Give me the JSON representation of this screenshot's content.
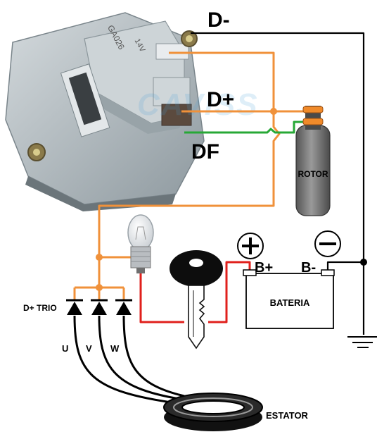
{
  "regulator": {
    "model": "GA026",
    "voltage": "14V",
    "watermark": "CAVISS"
  },
  "terminals": {
    "d_minus": "D-",
    "d_plus": "D+",
    "df": "DF"
  },
  "components": {
    "rotor": "ROTOR",
    "battery": "BATERIA",
    "battery_pos": "B+",
    "battery_neg": "B-",
    "trio": "D+ TRIO",
    "phase_u": "U",
    "phase_v": "V",
    "phase_w": "W",
    "stator": "ESTATOR"
  },
  "colors": {
    "orange_wire": "#f0913a",
    "green_wire": "#27a836",
    "red_wire": "#e0201c",
    "black_wire": "#000000",
    "regulator_body": "#b9c3c8",
    "rotor_body": "#6f6f6f",
    "rotor_ring": "#f08a2a"
  }
}
